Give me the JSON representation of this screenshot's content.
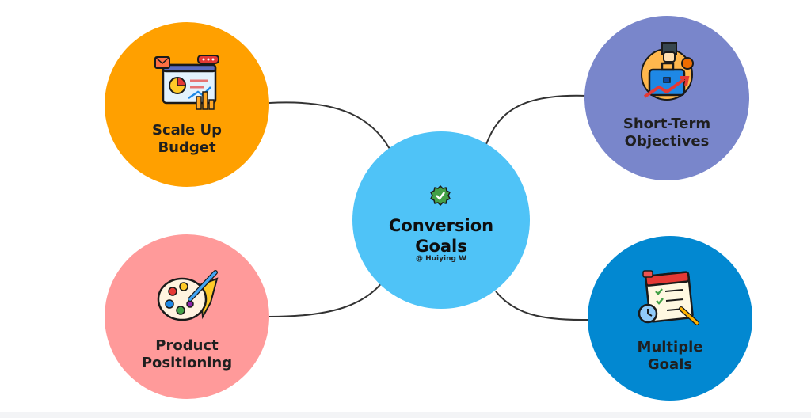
{
  "center": {
    "title": "Conversion\nGoals",
    "author": "@ Huiying W",
    "color": "#4fc3f7",
    "icon": "check-badge-icon"
  },
  "nodes": [
    {
      "id": "scale-up-budget",
      "label": "Scale Up\nBudget",
      "color": "#ffa000",
      "icon": "analytics-dashboard-icon"
    },
    {
      "id": "short-term-objectives",
      "label": "Short-Term\nObjectives",
      "color": "#7986cb",
      "icon": "briefcase-growth-icon"
    },
    {
      "id": "product-positioning",
      "label": "Product\nPositioning",
      "color": "#ff9a9a",
      "icon": "paint-palette-icon"
    },
    {
      "id": "multiple-goals",
      "label": "Multiple\nGoals",
      "color": "#0288d1",
      "icon": "checklist-calendar-icon"
    }
  ],
  "line_color": "#333333"
}
